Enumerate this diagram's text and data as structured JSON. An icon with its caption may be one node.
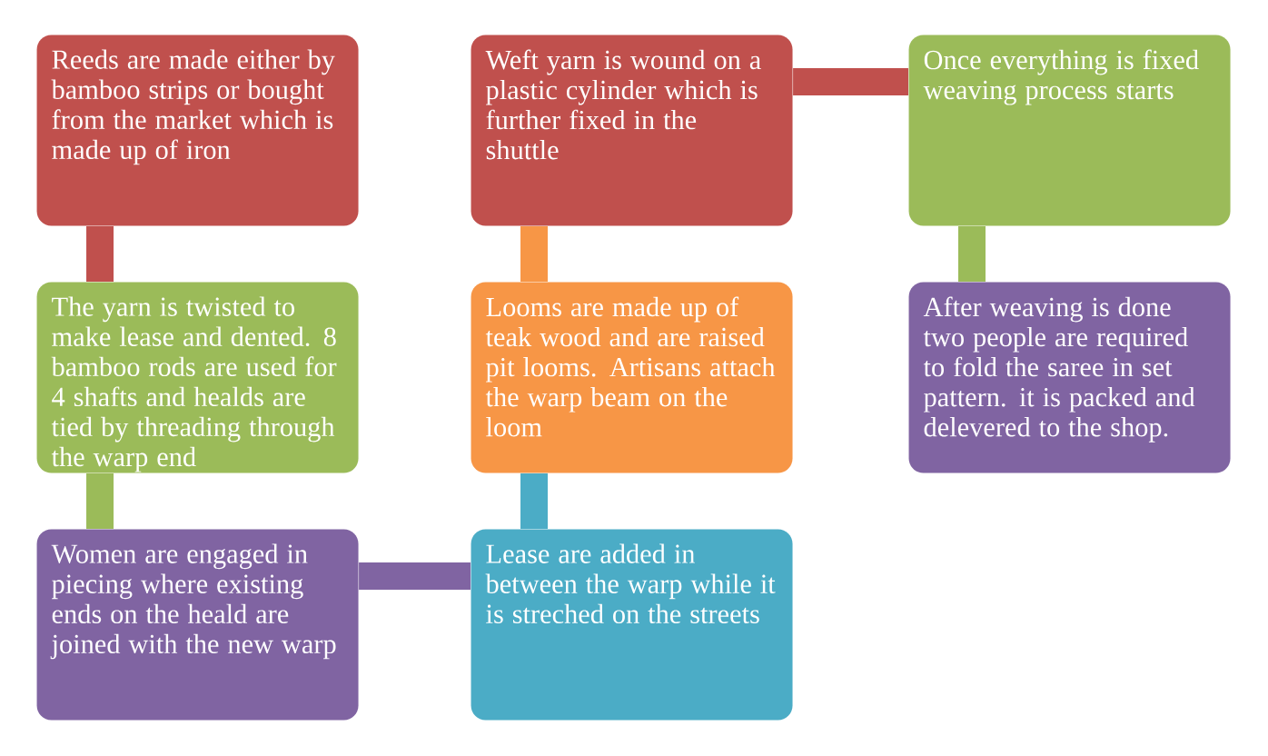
{
  "diagram": {
    "nodes": [
      {
        "text": [
          "Reeds are made either by bamboo strips or bought from the market which is made up of iron"
        ]
      },
      {
        "text": [
          "The yarn is twisted to make lease and dented. 8 bamboo rods are used for 4 shafts and healds are tied by threading through the warp end"
        ]
      },
      {
        "text": [
          "Women are engaged in piecing where existing ends on the heald are joined with the new warp"
        ]
      },
      {
        "text": [
          "Lease are added in between the warp while it is streched on the streets"
        ]
      },
      {
        "text": [
          "Looms are made up of teak wood and are raised pit looms. Artisans attach the warp beam on the loom"
        ]
      },
      {
        "text": [
          "Weft yarn is wound on a plastic cylinder which is further fixed in the shuttle"
        ]
      },
      {
        "text": [
          "Once everything is fixed weaving process starts"
        ]
      },
      {
        "text": [
          "After weaving is done two people are required to fold the saree in set pattern. it is packed and delevered to the shop."
        ]
      }
    ],
    "edges": [
      {
        "from": 0,
        "to": 1,
        "arrow": "none",
        "color": "#c0504d"
      },
      {
        "from": 1,
        "to": 2,
        "arrow": "none",
        "color": "#9bbb59"
      },
      {
        "from": 2,
        "to": 3,
        "arrow": "none",
        "color": "#8064a2"
      },
      {
        "from": 3,
        "to": 4,
        "arrow": "none",
        "color": "#4bacc6"
      },
      {
        "from": 4,
        "to": 5,
        "arrow": "none",
        "color": "#f79646"
      },
      {
        "from": 5,
        "to": 6,
        "arrow": "none",
        "color": "#c0504d"
      },
      {
        "from": 6,
        "to": 7,
        "arrow": "none",
        "color": "#9bbb59"
      }
    ]
  }
}
